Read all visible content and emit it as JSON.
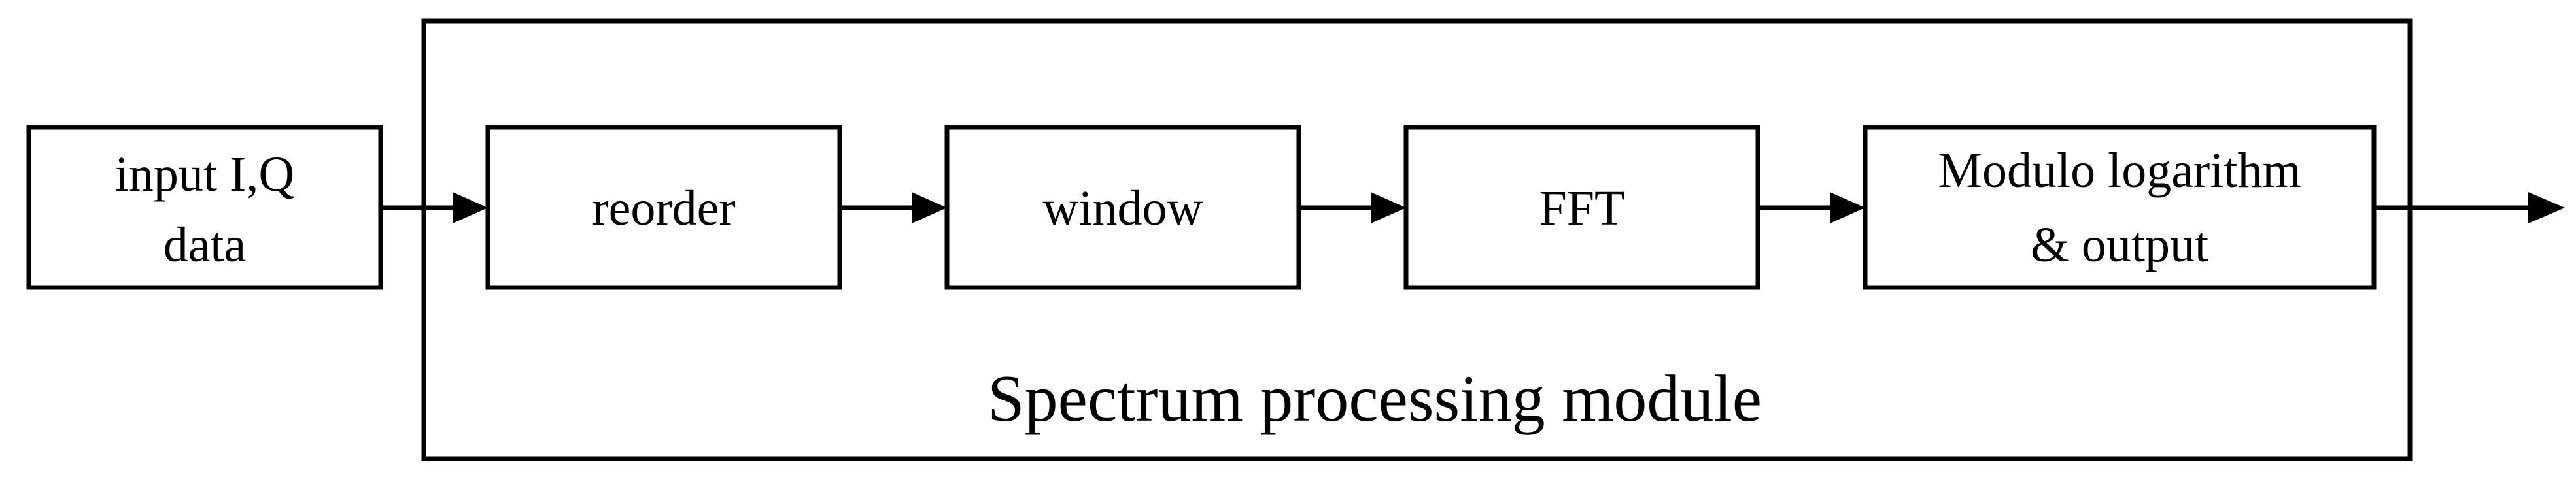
{
  "diagram": {
    "input_block": {
      "line1": "input I,Q",
      "line2": "data"
    },
    "blocks": {
      "reorder": "reorder",
      "window": "window",
      "fft": "FFT",
      "modulo_line1": "Modulo logarithm",
      "modulo_line2": "& output"
    },
    "module_label": "Spectrum processing module"
  }
}
